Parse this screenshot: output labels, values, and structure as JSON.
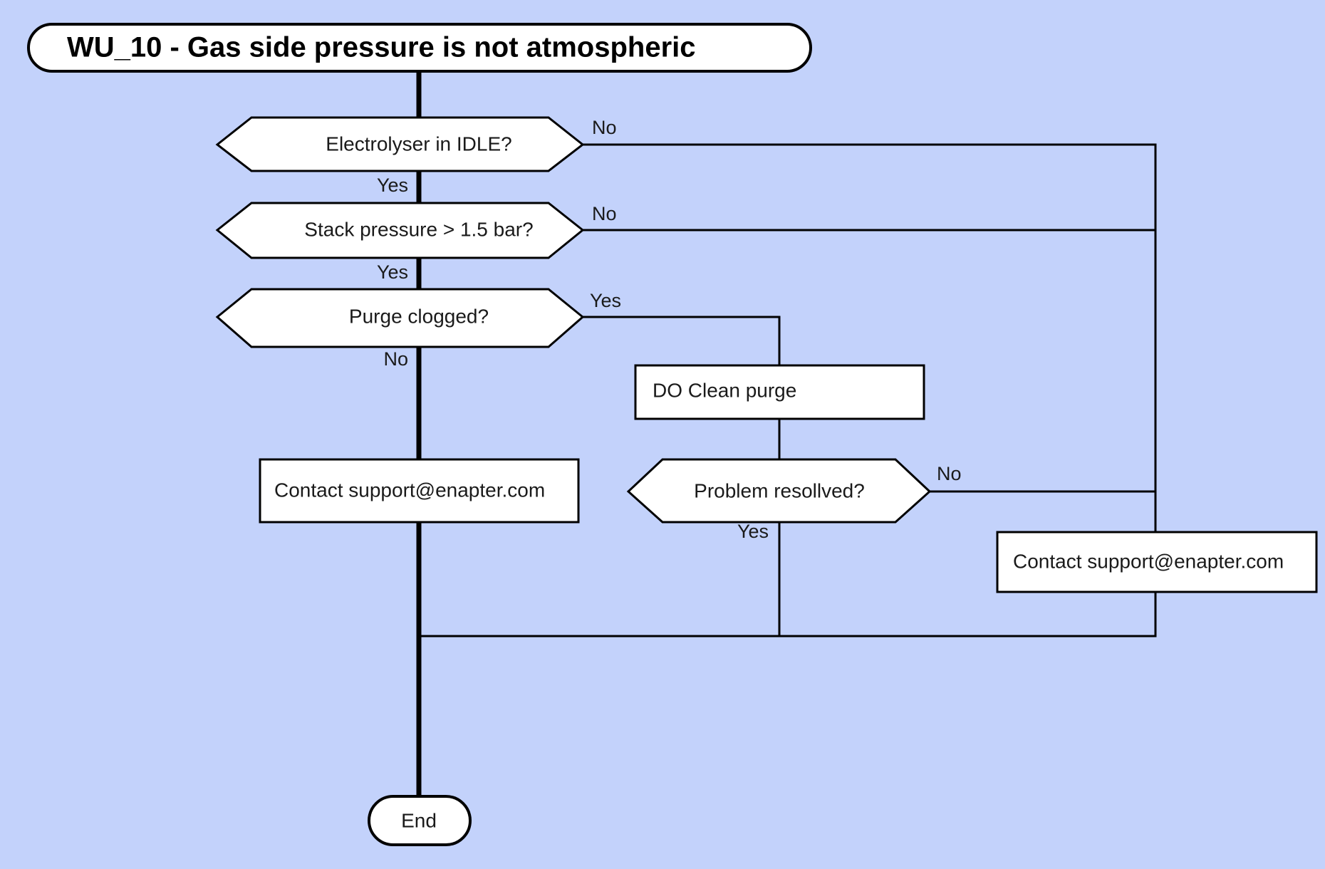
{
  "diagram": {
    "background_color": "#c3d2fb",
    "node_fill": "#ffffff",
    "stroke_color": "#000000",
    "title": "WU_10 - Gas side pressure is not atmospheric",
    "nodes": {
      "start": {
        "label": "WU_10 - Gas side pressure is not atmospheric",
        "shape": "terminator"
      },
      "d1": {
        "label": "Electrolyser in IDLE?",
        "shape": "decision-hexagon"
      },
      "d2": {
        "label": "Stack pressure > 1.5 bar?",
        "shape": "decision-hexagon"
      },
      "d3": {
        "label": "Purge clogged?",
        "shape": "decision-hexagon"
      },
      "p1": {
        "label": "DO Clean purge",
        "shape": "process-rect"
      },
      "d4": {
        "label": "Problem resollved?",
        "shape": "decision-hexagon"
      },
      "c1": {
        "label": "Contact support@enapter.com",
        "shape": "process-rect"
      },
      "c2": {
        "label": "Contact support@enapter.com",
        "shape": "process-rect"
      },
      "end": {
        "label": "End",
        "shape": "terminator"
      }
    },
    "edge_labels": {
      "d1_no": "No",
      "d1_yes": "Yes",
      "d2_no": "No",
      "d2_yes": "Yes",
      "d3_yes": "Yes",
      "d3_no": "No",
      "d4_no": "No",
      "d4_yes": "Yes"
    }
  }
}
